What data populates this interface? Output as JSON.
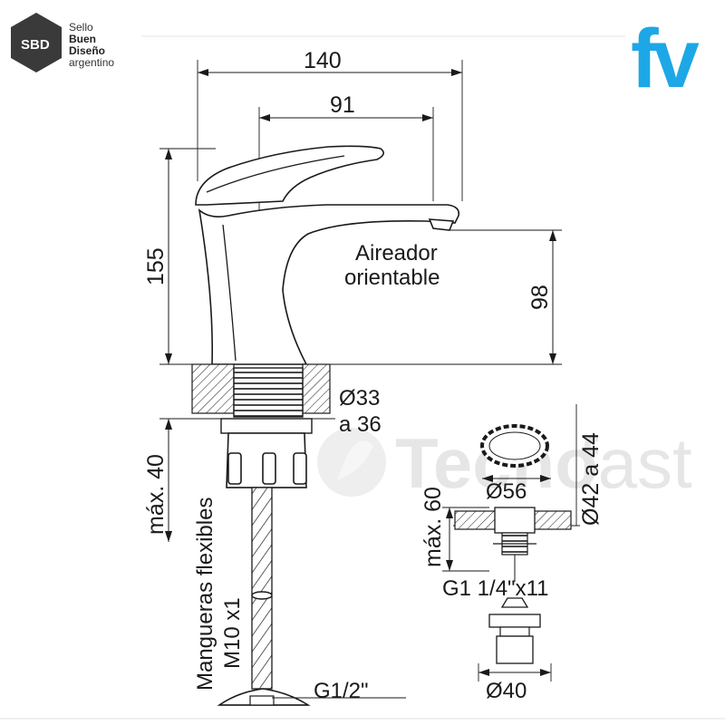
{
  "logo_sbd": {
    "badge": "SBD",
    "line1": "Sello",
    "line2": "Buen",
    "line3": "Diseño",
    "line4": "argentino"
  },
  "logo_brand": "fv",
  "watermark": {
    "part1": "Tecno",
    "part2": "fast"
  },
  "dimensions": {
    "width_total": "140",
    "spout_reach": "91",
    "height_total": "155",
    "spout_height": "98",
    "hole_diameter_a": "Ø33",
    "hole_diameter_b": "a 36",
    "max_thickness": "máx. 40",
    "hoses_label": "Mangueras flexibles",
    "hoses_thread": "M10 x1",
    "hose_connection": "G1/2\"",
    "drain_cap": "Ø56",
    "drain_range": "Ø42 a 44",
    "drain_max": "máx. 60",
    "drain_thread": "G1 1/4\"x11",
    "drain_base": "Ø40"
  },
  "aerator": {
    "line1": "Aireador",
    "line2": "orientable"
  },
  "colors": {
    "brand_blue": "#1ea7e6",
    "line": "#1a1a1a",
    "watermark": "#e6e6e6"
  }
}
